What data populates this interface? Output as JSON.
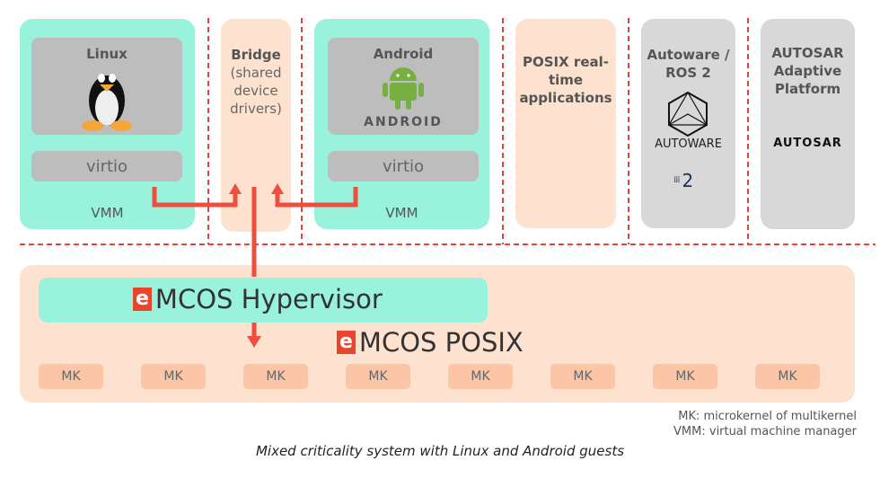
{
  "guests": {
    "linux": {
      "title": "Linux",
      "virtio": "virtio",
      "vmm": "VMM"
    },
    "android": {
      "title": "Android",
      "wordmark": "ANDROID",
      "virtio": "virtio",
      "vmm": "VMM"
    }
  },
  "bridge": {
    "title": "Bridge",
    "subtitle": "(shared device drivers)"
  },
  "posix_apps": {
    "title": "POSIX real-time applications"
  },
  "autoware": {
    "title": "Autoware / ROS 2",
    "logo_text": "AUTOWARE",
    "ros_text": "2"
  },
  "autosar": {
    "title": "AUTOSAR Adaptive Platform",
    "logo_text": "AUTOSAR"
  },
  "hypervisor": {
    "label": "MCOS Hypervisor",
    "logo": "e"
  },
  "posix_os": {
    "label": "MCOS POSIX",
    "logo": "e"
  },
  "mk_boxes": [
    "MK",
    "MK",
    "MK",
    "MK",
    "MK",
    "MK",
    "MK",
    "MK"
  ],
  "notes": [
    "MK: microkernel of multikernel",
    "VMM: virtual machine manager"
  ],
  "caption": "Mixed criticality system with Linux and Android guests",
  "colors": {
    "mint": "#98f2dc",
    "peach": "#fde2d0",
    "gray": "#d8d8d8",
    "arrow": "#ef4e3f",
    "dash": "#e0463a"
  }
}
